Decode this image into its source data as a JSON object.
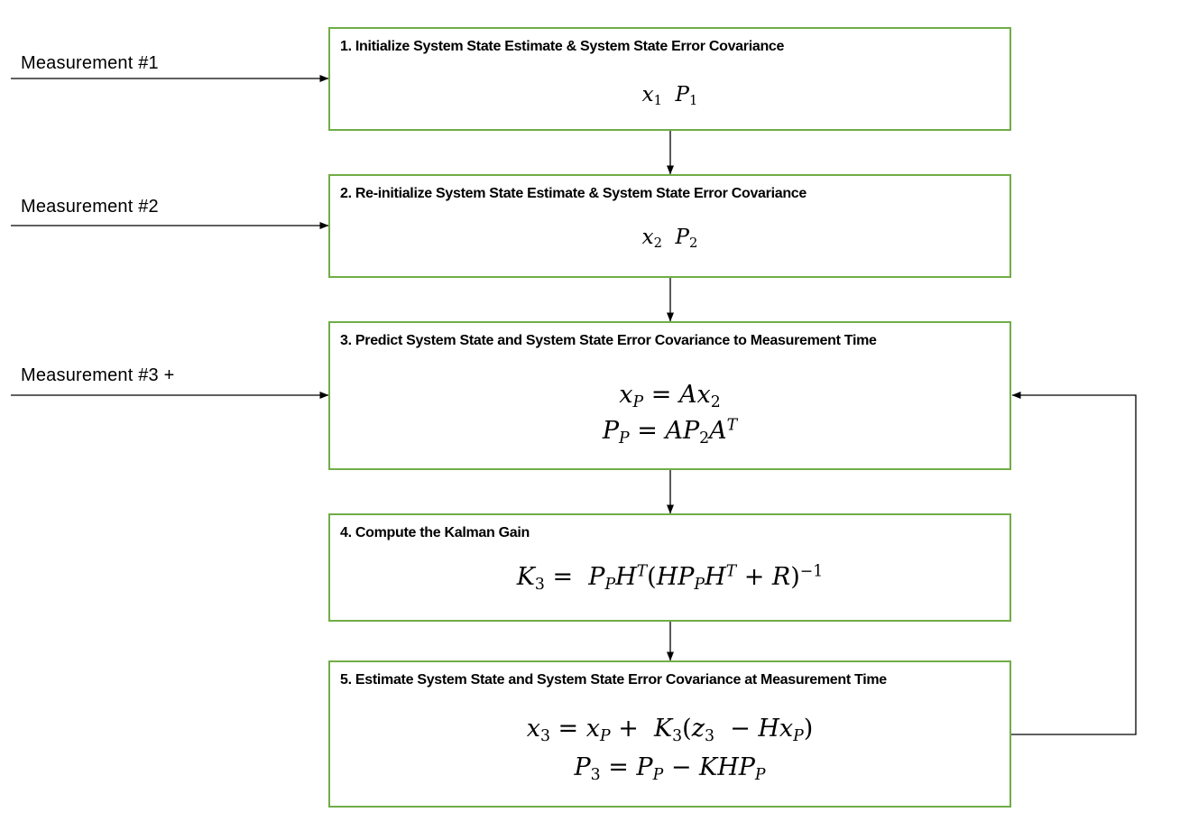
{
  "inputs": [
    {
      "label": "Measurement #1"
    },
    {
      "label": "Measurement #2"
    },
    {
      "label": "Measurement #3 +"
    }
  ],
  "steps": [
    {
      "title": "1. Initialize System State Estimate & System State Error Covariance",
      "equation_lines": [
        "x₁ P₁"
      ]
    },
    {
      "title": "2. Re-initialize System State Estimate & System State Error Covariance",
      "equation_lines": [
        "x₂ P₂"
      ]
    },
    {
      "title": "3. Predict System State and System State Error Covariance to Measurement Time",
      "equation_lines": [
        "x_P = Ax₂",
        "P_P = AP₂Aᵀ"
      ]
    },
    {
      "title": "4. Compute the Kalman Gain",
      "equation_lines": [
        "K₃ = P_P Hᵀ (H P_P Hᵀ + R)⁻¹"
      ]
    },
    {
      "title": "5. Estimate System State and System State Error Covariance at Measurement Time",
      "equation_lines": [
        "x₃ = x_P + K₃(z₃ − Hx_P)",
        "P₃ = P_P − KHP_P"
      ]
    }
  ],
  "colors": {
    "box_border": "#70ad47",
    "line": "#000000"
  }
}
